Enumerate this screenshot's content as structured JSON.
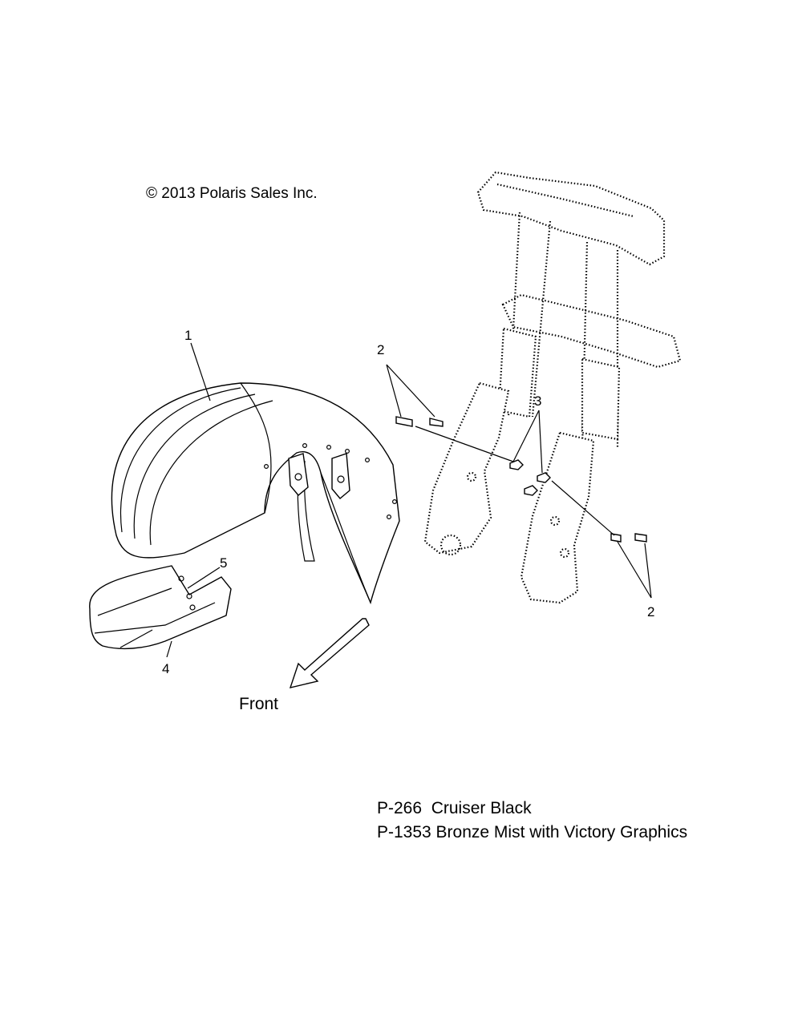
{
  "copyright": "© 2013 Polaris Sales Inc.",
  "direction_label": "Front",
  "callouts": {
    "fender": "1",
    "bolts_upper": "2",
    "bolts_lower": "2",
    "nuts": "3",
    "trim": "4",
    "screws": "5"
  },
  "color_codes": [
    "P-266  Cruiser Black",
    "P-1353 Bronze Mist with Victory Graphics"
  ]
}
